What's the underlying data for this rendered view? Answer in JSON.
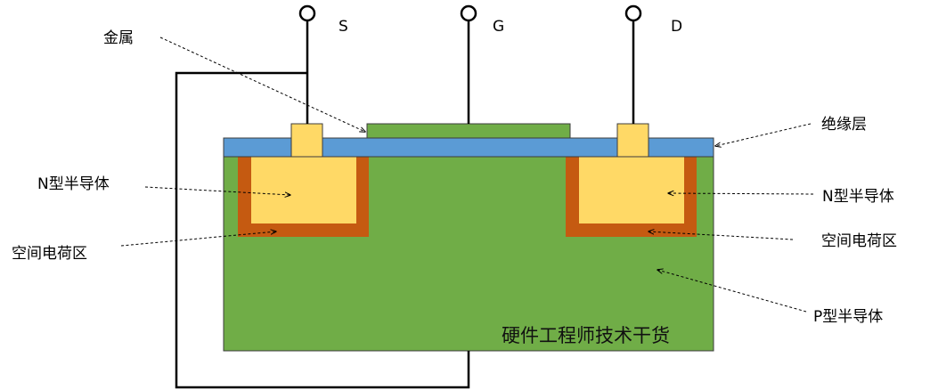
{
  "terminals": {
    "source": "S",
    "gate": "G",
    "drain": "D"
  },
  "labels": {
    "metal": "金属",
    "insulation_layer": "绝缘层",
    "n_semiconductor_left": "N型半导体",
    "n_semiconductor_right": "N型半导体",
    "space_charge_left": "空间电荷区",
    "space_charge_right": "空间电荷区",
    "p_semiconductor": "P型半导体"
  },
  "watermark": "硬件工程师技术干货",
  "colors": {
    "p_substrate": "#70AD47",
    "insulator": "#5B9BD5",
    "n_region": "#FFD966",
    "depletion": "#C55A11",
    "gate_metal": "#70AD47",
    "contact_metal": "#FFD966",
    "wire": "#000000"
  }
}
